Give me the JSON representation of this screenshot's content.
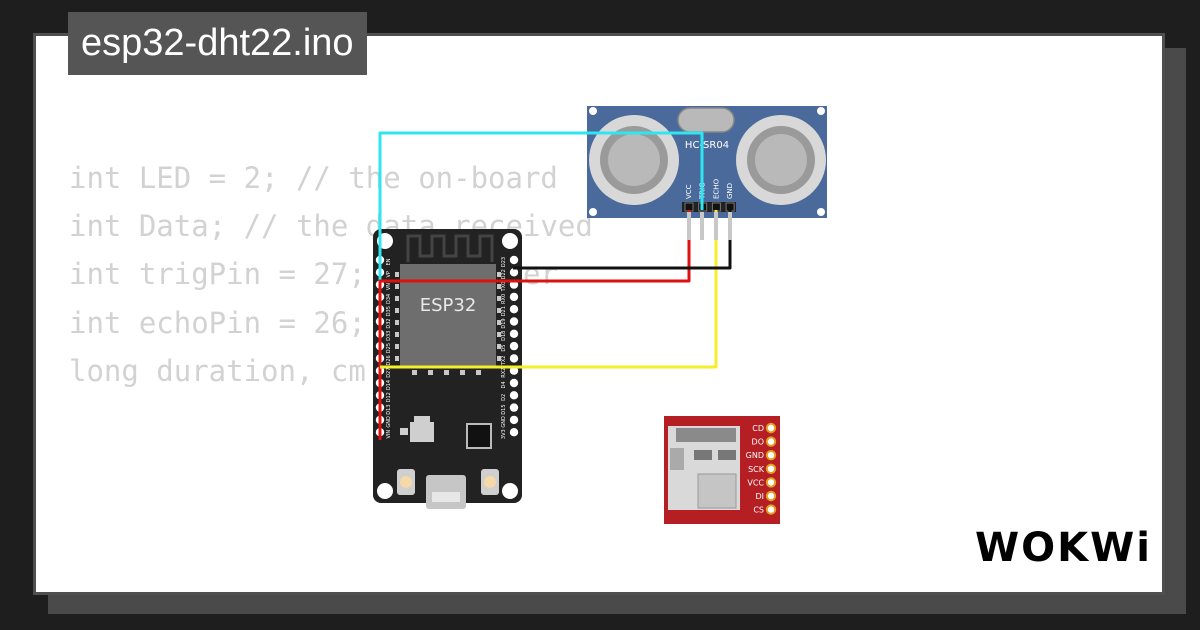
{
  "title": "esp32-dht22.ino",
  "code_lines": [
    "int LED = 2; // the on-board",
    "int Data; // the data received",
    "int trigPin = 27; // Trigger",
    "int echoPin = 26; // Echo",
    "long duration, cm"
  ],
  "esp32": {
    "label": "ESP32",
    "left_pins": [
      "EN",
      "VP",
      "VN",
      "D34",
      "D35",
      "D32",
      "D33",
      "D25",
      "D26",
      "D27",
      "D14",
      "D12",
      "D13",
      "GND",
      "VIN"
    ],
    "right_pins": [
      "D23",
      "D22",
      "TX0",
      "RX0",
      "D21",
      "D19",
      "D18",
      "D5",
      "TX2",
      "RX2",
      "D4",
      "D2",
      "D15",
      "GND",
      "3V3"
    ]
  },
  "sensor": {
    "label": "HC-SR04",
    "pins": [
      "VCC",
      "TRIG",
      "ECHO",
      "GND"
    ]
  },
  "sd_card": {
    "pins": [
      "CD",
      "DO",
      "GND",
      "SCK",
      "VCC",
      "DI",
      "CS"
    ]
  },
  "logo": "WOKWi",
  "colors": {
    "wire_cyan": "#2ee6f2",
    "wire_red": "#e01010",
    "wire_yellow": "#f5ee2a",
    "wire_black": "#111111",
    "sensor_blue": "#4b6a9c",
    "sd_red": "#b51f24",
    "board_black": "#222222"
  }
}
